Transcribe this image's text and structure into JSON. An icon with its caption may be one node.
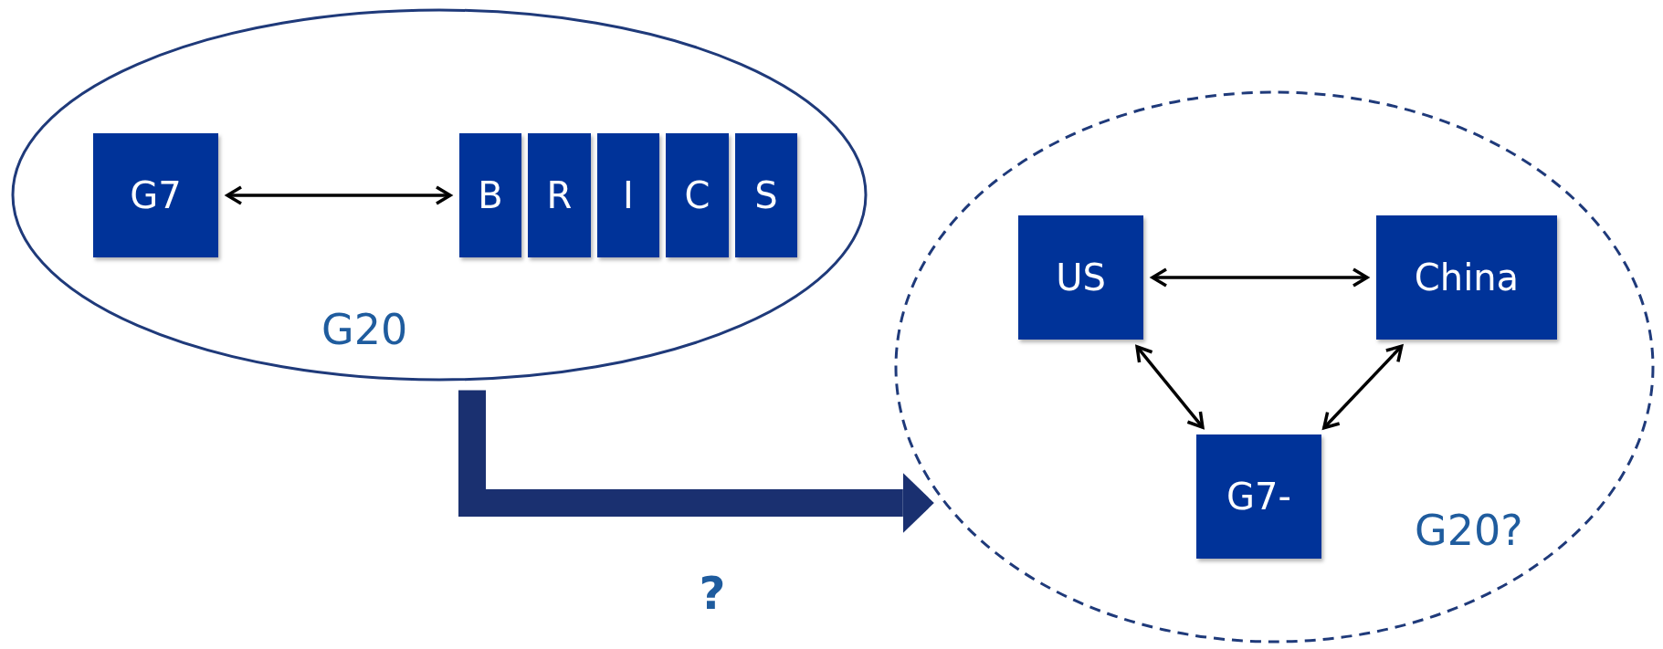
{
  "diagram": {
    "nodes": [
      {
        "text": [
          "G20"
        ]
      },
      {
        "text": [
          "G7"
        ],
        "in": 0
      },
      {
        "text": [
          "B"
        ],
        "in": 0
      },
      {
        "text": [
          "R"
        ],
        "in": 0
      },
      {
        "text": [
          "I"
        ],
        "in": 0
      },
      {
        "text": [
          "C"
        ],
        "in": 0
      },
      {
        "text": [
          "S"
        ],
        "in": 0
      },
      {
        "text": [
          "G20?"
        ]
      },
      {
        "text": [
          "US"
        ],
        "in": 7
      },
      {
        "text": [
          "China"
        ],
        "in": 7
      },
      {
        "text": [
          "G7-"
        ],
        "in": 7
      }
    ],
    "edges": [
      {
        "from": 1,
        "to": 2,
        "arrow": "both"
      },
      {
        "from": 8,
        "to": 9,
        "arrow": "both"
      },
      {
        "from": 8,
        "to": 10,
        "arrow": "both"
      },
      {
        "from": 9,
        "to": 10,
        "arrow": "both"
      },
      {
        "from": 0,
        "to": 7,
        "arrow": "to",
        "label": "?",
        "style": "thick",
        "color": "#1a3070"
      }
    ]
  }
}
